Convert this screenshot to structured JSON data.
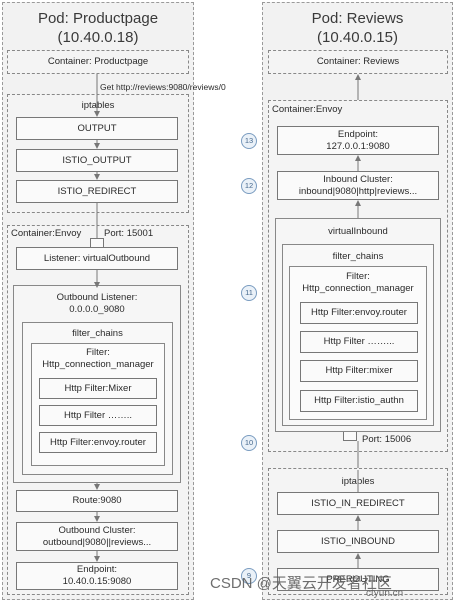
{
  "left_pod": {
    "title": "Pod: Productpage",
    "ip": "(10.40.0.18)",
    "container": "Container: Productpage",
    "request": "Get http://reviews:9080/reviews/0",
    "iptables": {
      "label": "iptables",
      "chains": [
        "OUTPUT",
        "ISTIO_OUTPUT",
        "ISTIO_REDIRECT"
      ]
    },
    "envoy": {
      "label": "Container:Envoy",
      "port": "Port: 15001",
      "listener": "Listener: virtualOutbound",
      "outbound_listener": [
        "Outbound Listener:",
        "0.0.0.0_9080"
      ],
      "filter_chains": "filter_chains",
      "filter": [
        "Filter:",
        "Http_connection_manager"
      ],
      "http_filters": [
        "Http Filter:Mixer",
        "Http Filter ……..",
        "Http Filter:envoy.router"
      ],
      "route": "Route:9080",
      "cluster": [
        "Outbound Cluster:",
        "outbound|9080||reviews..."
      ],
      "endpoint": [
        "Endpoint:",
        "10.40.0.15:9080"
      ]
    }
  },
  "right_pod": {
    "title": "Pod: Reviews",
    "ip": "(10.40.0.15)",
    "container": "Container: Reviews",
    "envoy": {
      "label": "Container:Envoy",
      "endpoint": [
        "Endpoint:",
        "127.0.0.1:9080"
      ],
      "cluster": [
        "Inbound Cluster:",
        "inbound|9080|http|reviews..."
      ],
      "virtual_inbound": "virtualInbound",
      "filter_chains": "filter_chains",
      "filter": [
        "Filter:",
        "Http_connection_manager"
      ],
      "http_filters": [
        "Http Filter:envoy.router",
        "Http Filter ……...",
        "Http Filter:mixer",
        "Http Filter:istio_authn"
      ],
      "port": "Port: 15006"
    },
    "iptables": {
      "label": "iptables",
      "chains": [
        "ISTIO_IN_REDIRECT",
        "ISTIO_INBOUND",
        "PREROUTING"
      ]
    }
  },
  "steps": [
    "13",
    "12",
    "11",
    "10",
    "9"
  ],
  "watermark": [
    "CSDN @天翼云开发者社区",
    "ctyun.cn"
  ],
  "colors": {
    "background": "#ffffff",
    "pod_fill": "#f2f2f2",
    "box_border": "#777777",
    "step_circle": "#7a9cc0"
  }
}
